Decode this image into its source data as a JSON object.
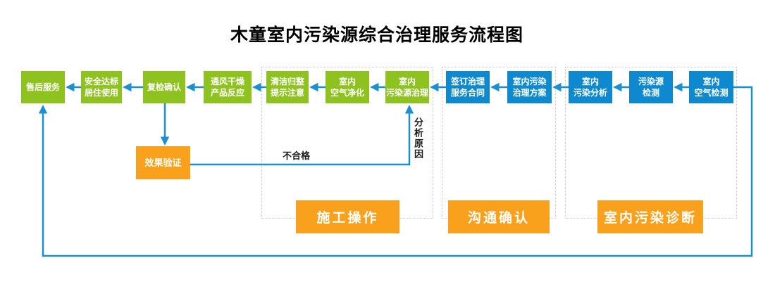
{
  "title": "木童室内污染源综合治理服务流程图",
  "colors": {
    "box_green": "#8dc21f",
    "box_blue": "#0e89d0",
    "accent_orange": "#f9a11c",
    "arrow_blue": "#1a8fd1",
    "frame_dotted_gray": "#cfcfcf"
  },
  "boxes": {
    "after_sales": "售后服务",
    "safe_use": "安全达标\n居住使用",
    "recheck": "复检确认",
    "ventilation": "通风干燥\n产品反应",
    "cleanup": "清洁归整\n提示注意",
    "air_purify": "室内\n空气净化",
    "source_treatment": "室内\n污染源治理",
    "sign_contract": "签订治理\n服务合同",
    "treatment_plan": "室内污染\n治理方案",
    "pollution_analysis": "室内\n污染分析",
    "source_detection": "污染源\n检测",
    "air_detection": "室内\n空气检测",
    "effect_verify": "效果验证"
  },
  "sections": {
    "construction": "施工操作",
    "communication": "沟通确认",
    "diagnosis": "室内污染诊断"
  },
  "annotations": {
    "unqualified": "不合格",
    "analyze_cause": "分析原因"
  }
}
